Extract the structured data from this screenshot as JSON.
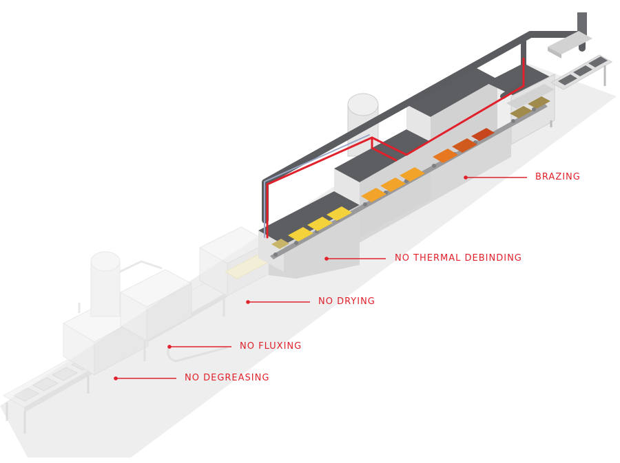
{
  "colors": {
    "accent": "#e0202a",
    "floor": "#ececec",
    "housing": "#d9d9da",
    "housing_dark": "#5f6063",
    "duct": "#5b5c60",
    "conveyor_faded": "#f1f1f1",
    "tray_yellow": "#f4d23b",
    "tray_orange": "#f2a32a",
    "tray_deep_orange": "#e8781f",
    "tray_red": "#c8461c",
    "tray_brass": "#a08a4c"
  },
  "labels": {
    "brazing": "BRAZING",
    "no_thermal_debinding": "NO THERMAL DEBINDING",
    "no_drying": "NO DRYING",
    "no_fluxing": "NO FLUXING",
    "no_degreasing": "NO DEGREASING"
  }
}
